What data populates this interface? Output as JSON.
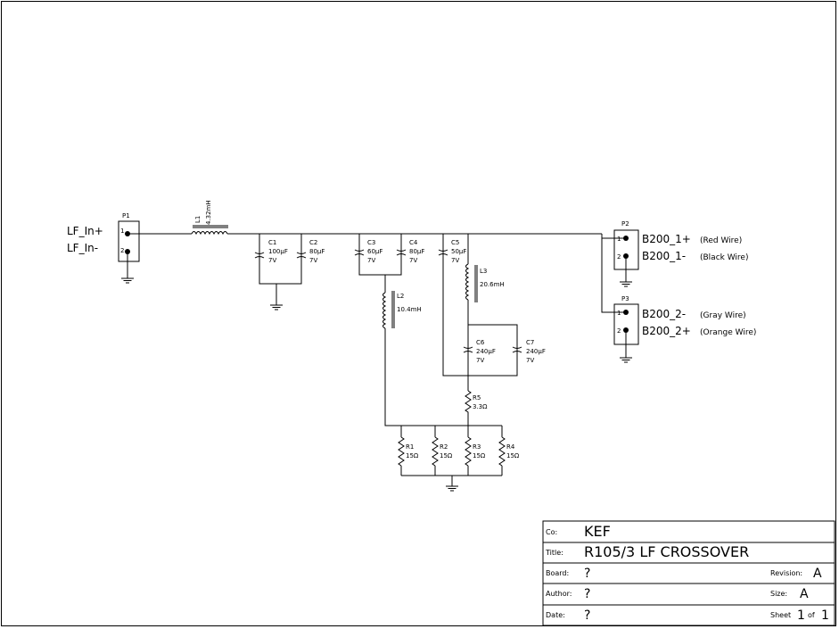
{
  "nets": {
    "lf_in_plus": "LF_In+",
    "lf_in_minus": "LF_In-",
    "b200_1_plus": "B200_1+",
    "b200_1_minus": "B200_1-",
    "b200_2_minus": "B200_2-",
    "b200_2_plus": "B200_2+",
    "red_wire": "(Red Wire)",
    "black_wire": "(Black Wire)",
    "gray_wire": "(Gray Wire)",
    "orange_wire": "(Orange Wire)"
  },
  "connectors": {
    "p1": {
      "ref": "P1",
      "pin1": "1",
      "pin2": "2"
    },
    "p2": {
      "ref": "P2",
      "pin1": "1",
      "pin2": "2"
    },
    "p3": {
      "ref": "P3",
      "pin1": "1",
      "pin2": "2"
    }
  },
  "components": {
    "l1": {
      "ref": "L1",
      "value": "4.32mH"
    },
    "l2": {
      "ref": "L2",
      "value": "10.4mH"
    },
    "l3": {
      "ref": "L3",
      "value": "20.6mH"
    },
    "c1": {
      "ref": "C1",
      "value": "100µF",
      "voltage": "7V"
    },
    "c2": {
      "ref": "C2",
      "value": "80µF",
      "voltage": "7V"
    },
    "c3": {
      "ref": "C3",
      "value": "60µF",
      "voltage": "7V"
    },
    "c4": {
      "ref": "C4",
      "value": "80µF",
      "voltage": "7V"
    },
    "c5": {
      "ref": "C5",
      "value": "50µF",
      "voltage": "7V"
    },
    "c6": {
      "ref": "C6",
      "value": "240µF",
      "voltage": "7V"
    },
    "c7": {
      "ref": "C7",
      "value": "240µF",
      "voltage": "7V"
    },
    "r1": {
      "ref": "R1",
      "value": "15Ω"
    },
    "r2": {
      "ref": "R2",
      "value": "15Ω"
    },
    "r3": {
      "ref": "R3",
      "value": "15Ω"
    },
    "r4": {
      "ref": "R4",
      "value": "15Ω"
    },
    "r5": {
      "ref": "R5",
      "value": "3.3Ω"
    }
  },
  "title_block": {
    "co_label": "Co:",
    "co_value": "KEF",
    "title_label": "Title:",
    "title_value": "R105/3 LF CROSSOVER",
    "board_label": "Board:",
    "board_value": "?",
    "revision_label": "Revision:",
    "revision_value": "A",
    "author_label": "Author:",
    "author_value": "?",
    "size_label": "Size:",
    "size_value": "A",
    "date_label": "Date:",
    "date_value": "?",
    "sheet_label": "Sheet",
    "sheet_num": "1",
    "sheet_of": "of",
    "sheet_total": "1"
  }
}
